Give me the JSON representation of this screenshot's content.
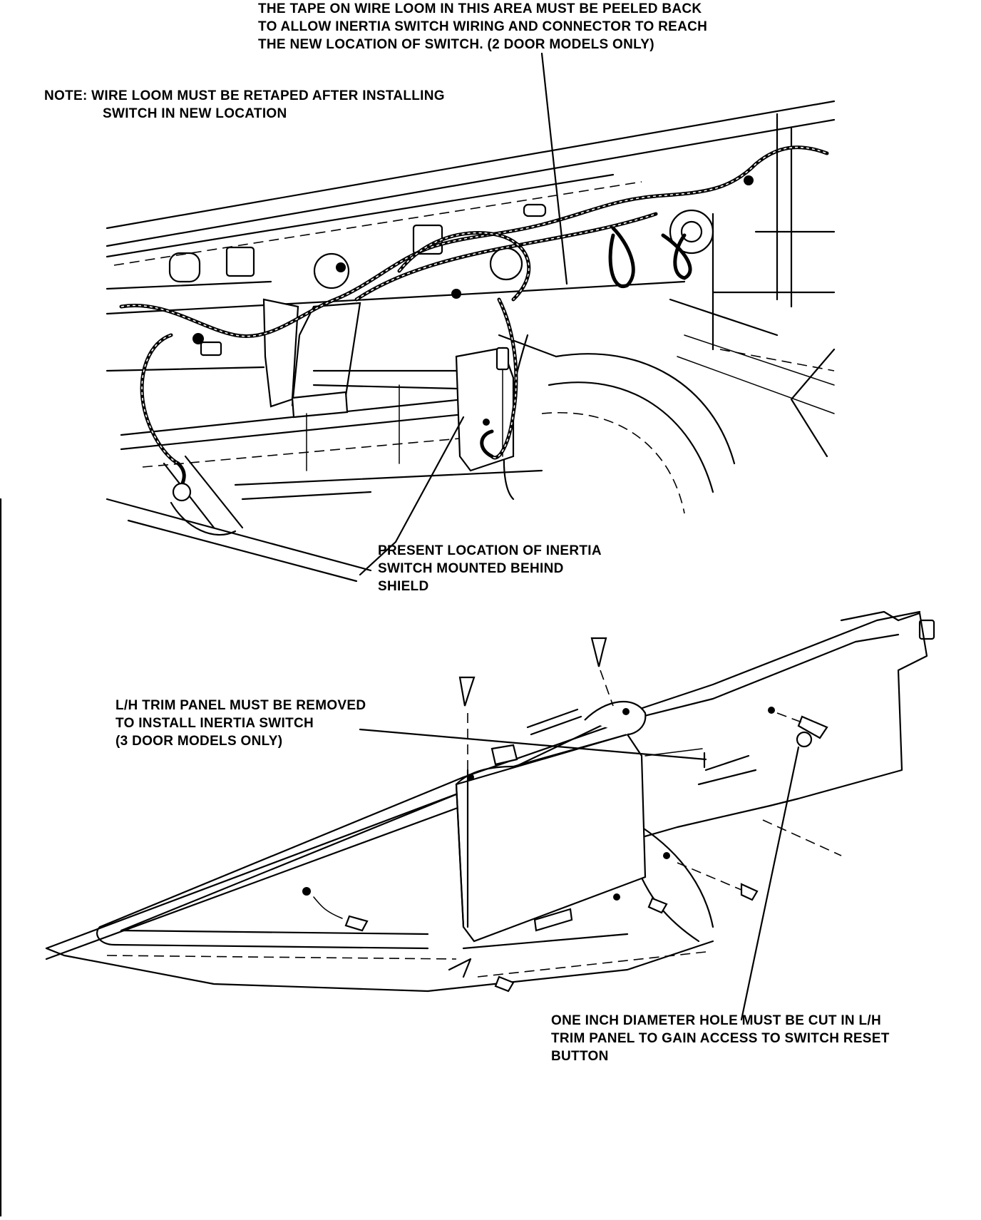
{
  "callouts": {
    "tape": [
      "THE TAPE ON WIRE LOOM IN THIS AREA MUST BE PEELED BACK",
      "TO ALLOW INERTIA SWITCH WIRING AND CONNECTOR TO REACH",
      "THE NEW LOCATION OF SWITCH. (2 DOOR MODELS ONLY)"
    ],
    "note": [
      "NOTE: WIRE LOOM MUST BE RETAPED AFTER INSTALLING",
      "SWITCH IN NEW LOCATION"
    ],
    "present_location": [
      "PRESENT LOCATION OF INERTIA",
      "SWITCH MOUNTED BEHIND",
      "SHIELD"
    ],
    "trim_panel": [
      "L/H TRIM PANEL MUST BE REMOVED",
      "TO INSTALL INERTIA SWITCH",
      "(3 DOOR MODELS ONLY)"
    ],
    "reset_hole": [
      "ONE INCH DIAMETER HOLE MUST BE CUT IN L/H",
      "TRIM PANEL TO GAIN ACCESS TO SWITCH RESET",
      "BUTTON"
    ]
  },
  "colors": {
    "ink": "#000000",
    "paper": "#ffffff"
  }
}
